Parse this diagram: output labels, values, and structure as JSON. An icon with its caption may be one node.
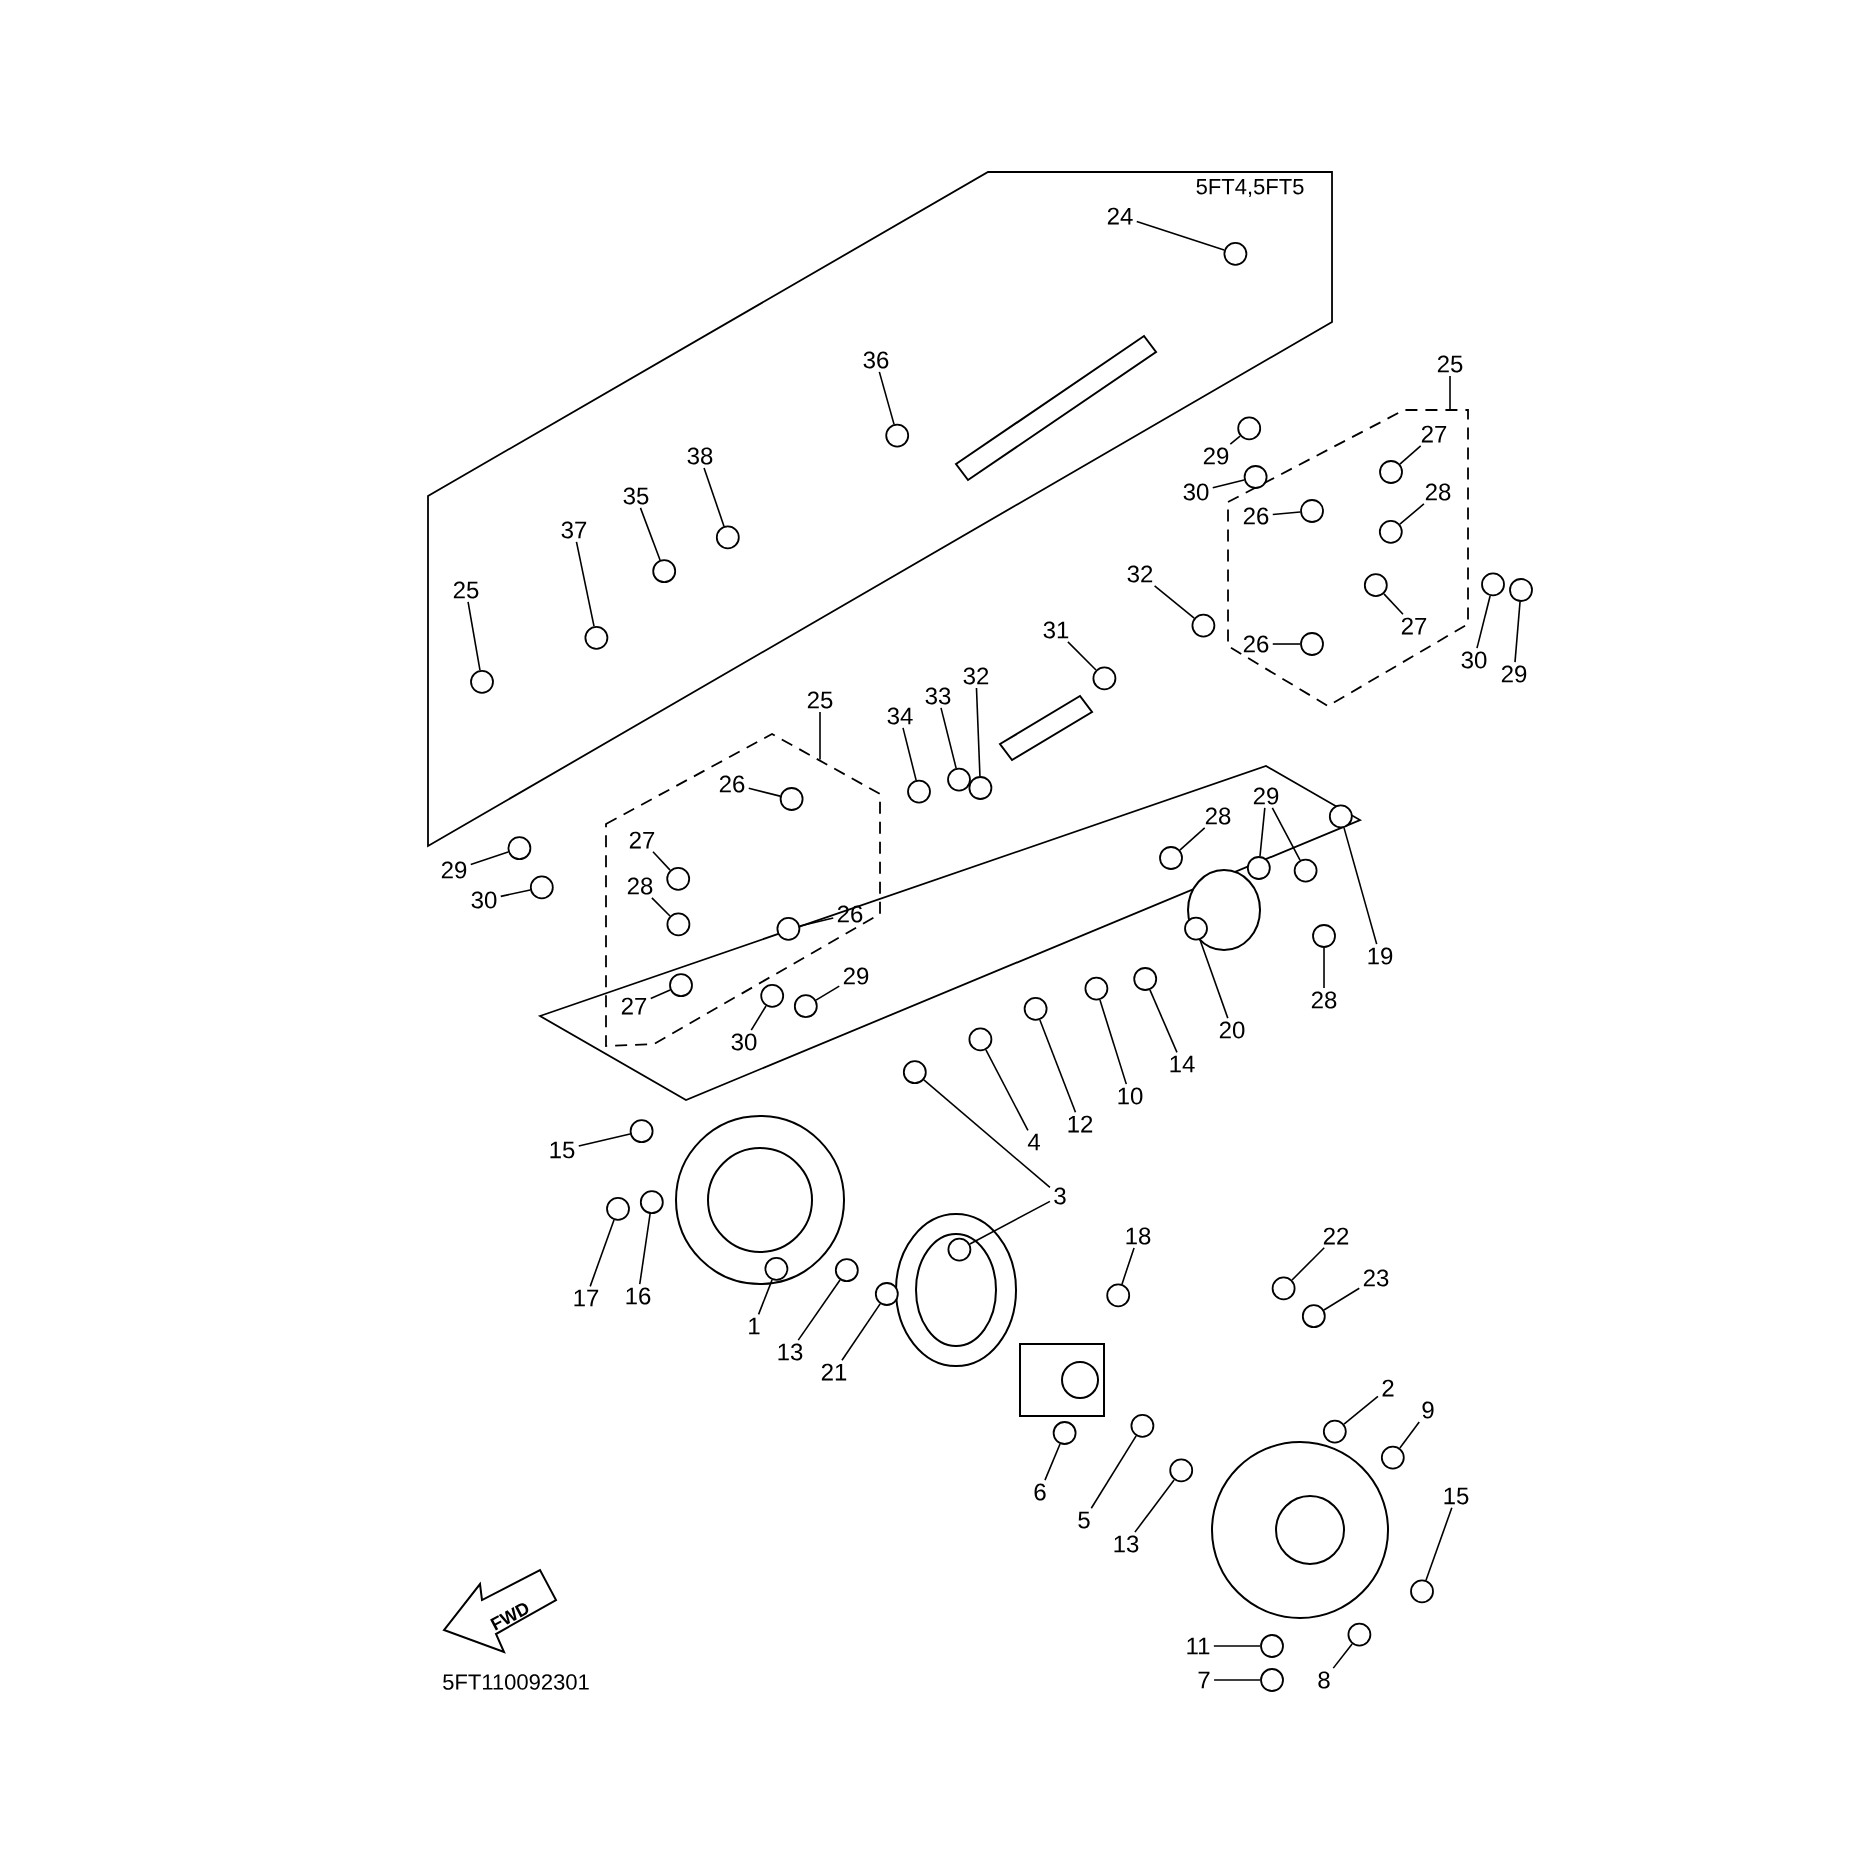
{
  "diagram": {
    "nodes": [
      {
        "text": [
          "24"
        ]
      },
      {
        "text": [
          "36"
        ]
      },
      {
        "text": [
          "38"
        ]
      },
      {
        "text": [
          "35"
        ]
      },
      {
        "text": [
          "37"
        ]
      },
      {
        "text": [
          "25"
        ]
      },
      {
        "text": [
          "25"
        ]
      },
      {
        "text": [
          "29"
        ]
      },
      {
        "text": [
          "30"
        ]
      },
      {
        "text": [
          "27"
        ],
        "in": 59
      },
      {
        "text": [
          "28"
        ],
        "in": 59
      },
      {
        "text": [
          "26"
        ],
        "in": 59
      },
      {
        "text": [
          "26"
        ],
        "in": 59
      },
      {
        "text": [
          "27"
        ],
        "in": 59
      },
      {
        "text": [
          "30"
        ]
      },
      {
        "text": [
          "29"
        ]
      },
      {
        "text": [
          "32"
        ]
      },
      {
        "text": [
          "31"
        ]
      },
      {
        "text": [
          "25"
        ]
      },
      {
        "text": [
          "34"
        ]
      },
      {
        "text": [
          "33"
        ]
      },
      {
        "text": [
          "32"
        ]
      },
      {
        "text": [
          "26"
        ],
        "in": 60
      },
      {
        "text": [
          "27"
        ],
        "in": 60
      },
      {
        "text": [
          "28"
        ],
        "in": 60
      },
      {
        "text": [
          "29"
        ]
      },
      {
        "text": [
          "30"
        ]
      },
      {
        "text": [
          "26"
        ],
        "in": 60
      },
      {
        "text": [
          "27"
        ],
        "in": 60
      },
      {
        "text": [
          "30"
        ]
      },
      {
        "text": [
          "29"
        ]
      },
      {
        "text": [
          "28"
        ]
      },
      {
        "text": [
          "29"
        ]
      },
      {
        "text": [
          "19"
        ]
      },
      {
        "text": [
          "28"
        ]
      },
      {
        "text": [
          "20"
        ]
      },
      {
        "text": [
          "14"
        ]
      },
      {
        "text": [
          "10"
        ]
      },
      {
        "text": [
          "12"
        ]
      },
      {
        "text": [
          "4"
        ]
      },
      {
        "text": [
          "3"
        ]
      },
      {
        "text": [
          "15"
        ]
      },
      {
        "text": [
          "17"
        ]
      },
      {
        "text": [
          "16"
        ]
      },
      {
        "text": [
          "1"
        ]
      },
      {
        "text": [
          "13"
        ]
      },
      {
        "text": [
          "21"
        ]
      },
      {
        "text": [
          "18"
        ]
      },
      {
        "text": [
          "22"
        ]
      },
      {
        "text": [
          "23"
        ]
      },
      {
        "text": [
          "2"
        ]
      },
      {
        "text": [
          "9"
        ]
      },
      {
        "text": [
          "15"
        ]
      },
      {
        "text": [
          "6"
        ]
      },
      {
        "text": [
          "5"
        ]
      },
      {
        "text": [
          "13"
        ]
      },
      {
        "text": [
          "11"
        ]
      },
      {
        "text": [
          "7"
        ]
      },
      {
        "text": [
          "8"
        ]
      },
      {
        "text": [],
        "shape": "box"
      },
      {
        "text": [],
        "shape": "box"
      },
      {
        "text": [],
        "shape": "circle"
      },
      {
        "text": [],
        "shape": "circle"
      },
      {
        "text": [],
        "shape": "circle"
      },
      {
        "text": [],
        "shape": "circle"
      },
      {
        "text": [],
        "shape": "circle"
      },
      {
        "text": [],
        "shape": "circle"
      },
      {
        "text": [],
        "shape": "circle"
      },
      {
        "text": [],
        "shape": "circle"
      },
      {
        "text": [],
        "shape": "circle",
        "in": 59
      },
      {
        "text": [],
        "shape": "circle",
        "in": 59
      },
      {
        "text": [],
        "shape": "circle",
        "in": 59
      },
      {
        "text": [],
        "shape": "circle",
        "in": 59
      },
      {
        "text": [],
        "shape": "circle",
        "in": 59
      },
      {
        "text": [],
        "shape": "circle"
      },
      {
        "text": [],
        "shape": "circle"
      },
      {
        "text": [],
        "shape": "circle"
      },
      {
        "text": [],
        "shape": "circle"
      },
      {
        "text": [],
        "shape": "circle"
      },
      {
        "text": [],
        "shape": "circle"
      },
      {
        "text": [],
        "shape": "circle"
      },
      {
        "text": [],
        "shape": "circle",
        "in": 60
      },
      {
        "text": [],
        "shape": "circle",
        "in": 60
      },
      {
        "text": [],
        "shape": "circle",
        "in": 60
      },
      {
        "text": [],
        "shape": "circle"
      },
      {
        "text": [],
        "shape": "circle"
      },
      {
        "text": [],
        "shape": "circle",
        "in": 60
      },
      {
        "text": [],
        "shape": "circle",
        "in": 60
      },
      {
        "text": [],
        "shape": "circle"
      },
      {
        "text": [],
        "shape": "circle"
      },
      {
        "text": [],
        "shape": "circle"
      },
      {
        "text": [],
        "shape": "circle"
      },
      {
        "text": [],
        "shape": "circle"
      },
      {
        "text": [],
        "shape": "circle"
      },
      {
        "text": [],
        "shape": "circle"
      },
      {
        "text": [],
        "shape": "circle"
      },
      {
        "text": [],
        "shape": "circle"
      },
      {
        "text": [],
        "shape": "circle"
      },
      {
        "text": [],
        "shape": "circle"
      },
      {
        "text": [],
        "shape": "circle"
      },
      {
        "text": [],
        "shape": "circle"
      },
      {
        "text": [],
        "shape": "circle"
      },
      {
        "text": [],
        "shape": "circle"
      },
      {
        "text": [],
        "shape": "circle"
      },
      {
        "text": [],
        "shape": "circle"
      },
      {
        "text": [],
        "shape": "circle"
      },
      {
        "text": [],
        "shape": "circle"
      },
      {
        "text": [],
        "shape": "circle"
      },
      {
        "text": [],
        "shape": "circle"
      },
      {
        "text": [],
        "shape": "circle"
      },
      {
        "text": [],
        "shape": "circle"
      },
      {
        "text": [],
        "shape": "circle"
      },
      {
        "text": [],
        "shape": "circle"
      },
      {
        "text": [],
        "shape": "circle"
      },
      {
        "text": [],
        "shape": "circle"
      },
      {
        "text": [],
        "shape": "circle"
      },
      {
        "text": [],
        "shape": "circle"
      },
      {
        "text": [],
        "shape": "circle"
      },
      {
        "text": [],
        "shape": "circle"
      },
      {
        "text": [],
        "shape": "circle"
      }
    ],
    "edges": [
      {
        "from": 0,
        "to": 61,
        "arrow": "none"
      },
      {
        "from": 1,
        "to": 62,
        "arrow": "none"
      },
      {
        "from": 2,
        "to": 63,
        "arrow": "none"
      },
      {
        "from": 3,
        "to": 64,
        "arrow": "none"
      },
      {
        "from": 4,
        "to": 65,
        "arrow": "none"
      },
      {
        "from": 5,
        "to": 66,
        "arrow": "none"
      },
      {
        "from": 6,
        "to": 59,
        "arrow": "none"
      },
      {
        "from": 7,
        "to": 67,
        "arrow": "none"
      },
      {
        "from": 8,
        "to": 68,
        "arrow": "none"
      },
      {
        "from": 9,
        "to": 69,
        "arrow": "none"
      },
      {
        "from": 10,
        "to": 70,
        "arrow": "none"
      },
      {
        "from": 11,
        "to": 71,
        "arrow": "none"
      },
      {
        "from": 12,
        "to": 72,
        "arrow": "none"
      },
      {
        "from": 13,
        "to": 73,
        "arrow": "none"
      },
      {
        "from": 14,
        "to": 74,
        "arrow": "none"
      },
      {
        "from": 15,
        "to": 75,
        "arrow": "none"
      },
      {
        "from": 16,
        "to": 76,
        "arrow": "none"
      },
      {
        "from": 17,
        "to": 77,
        "arrow": "none"
      },
      {
        "from": 18,
        "to": 60,
        "arrow": "none"
      },
      {
        "from": 19,
        "to": 78,
        "arrow": "none"
      },
      {
        "from": 20,
        "to": 79,
        "arrow": "none"
      },
      {
        "from": 21,
        "to": 80,
        "arrow": "none"
      },
      {
        "from": 22,
        "to": 81,
        "arrow": "none"
      },
      {
        "from": 23,
        "to": 82,
        "arrow": "none"
      },
      {
        "from": 24,
        "to": 83,
        "arrow": "none"
      },
      {
        "from": 25,
        "to": 84,
        "arrow": "none"
      },
      {
        "from": 26,
        "to": 85,
        "arrow": "none"
      },
      {
        "from": 27,
        "to": 86,
        "arrow": "none"
      },
      {
        "from": 28,
        "to": 87,
        "arrow": "none"
      },
      {
        "from": 29,
        "to": 88,
        "arrow": "none"
      },
      {
        "from": 30,
        "to": 89,
        "arrow": "none"
      },
      {
        "from": 31,
        "to": 90,
        "arrow": "none"
      },
      {
        "from": 32,
        "to": 91,
        "arrow": "none"
      },
      {
        "from": 32,
        "to": 92,
        "arrow": "none"
      },
      {
        "from": 33,
        "to": 93,
        "arrow": "none"
      },
      {
        "from": 34,
        "to": 94,
        "arrow": "none"
      },
      {
        "from": 35,
        "to": 95,
        "arrow": "none"
      },
      {
        "from": 36,
        "to": 96,
        "arrow": "none"
      },
      {
        "from": 37,
        "to": 97,
        "arrow": "none"
      },
      {
        "from": 38,
        "to": 98,
        "arrow": "none"
      },
      {
        "from": 39,
        "to": 99,
        "arrow": "none"
      },
      {
        "from": 40,
        "to": 100,
        "arrow": "none"
      },
      {
        "from": 40,
        "to": 101,
        "arrow": "none"
      },
      {
        "from": 41,
        "to": 102,
        "arrow": "none"
      },
      {
        "from": 42,
        "to": 103,
        "arrow": "none"
      },
      {
        "from": 43,
        "to": 104,
        "arrow": "none"
      },
      {
        "from": 44,
        "to": 105,
        "arrow": "none"
      },
      {
        "from": 45,
        "to": 106,
        "arrow": "none"
      },
      {
        "from": 46,
        "to": 107,
        "arrow": "none"
      },
      {
        "from": 47,
        "to": 108,
        "arrow": "none"
      },
      {
        "from": 48,
        "to": 109,
        "arrow": "none"
      },
      {
        "from": 49,
        "to": 110,
        "arrow": "none"
      },
      {
        "from": 50,
        "to": 111,
        "arrow": "none"
      },
      {
        "from": 51,
        "to": 112,
        "arrow": "none"
      },
      {
        "from": 52,
        "to": 113,
        "arrow": "none"
      },
      {
        "from": 53,
        "to": 114,
        "arrow": "none"
      },
      {
        "from": 54,
        "to": 115,
        "arrow": "none"
      },
      {
        "from": 55,
        "to": 116,
        "arrow": "none"
      },
      {
        "from": 56,
        "to": 117,
        "arrow": "none"
      },
      {
        "from": 57,
        "to": 118,
        "arrow": "none"
      },
      {
        "from": 58,
        "to": 119,
        "arrow": "none"
      }
    ],
    "labels": [
      "5FT4,5FT5",
      "FWD",
      "5FT110092301"
    ]
  }
}
